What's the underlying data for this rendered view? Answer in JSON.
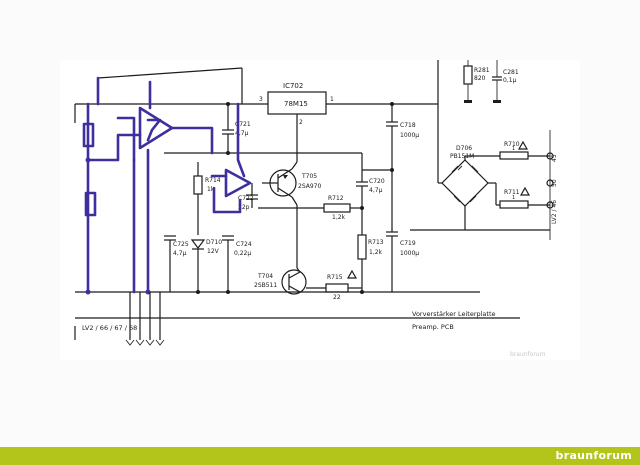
{
  "footer": {
    "brand": "braunforum"
  },
  "watermark": "braunforum",
  "ic": {
    "name": "IC702",
    "part": "78M15",
    "pins": [
      "3",
      "1",
      "2"
    ]
  },
  "components": {
    "r281": {
      "ref": "R281",
      "val": "820"
    },
    "c281": {
      "ref": "C281",
      "val": "0,1µ"
    },
    "d706": {
      "ref": "D706",
      "val": "PB151M"
    },
    "r710": {
      "ref": "R710",
      "val": "1"
    },
    "r711": {
      "ref": "R711",
      "val": "1"
    },
    "c721": {
      "ref": "C721",
      "val": "4,7µ"
    },
    "c718": {
      "ref": "C718",
      "val": "1000µ"
    },
    "t705": {
      "ref": "T705",
      "val": "2SA970"
    },
    "r714": {
      "ref": "R714",
      "val": "1k"
    },
    "c720": {
      "ref": "C720",
      "val": "4,7µ"
    },
    "c722": {
      "ref": "C722",
      "val": "22p"
    },
    "r712": {
      "ref": "R712",
      "val": "1,2k"
    },
    "c725": {
      "ref": "C725",
      "val": "4,7µ"
    },
    "d710": {
      "ref": "D710",
      "val": "12V"
    },
    "c724": {
      "ref": "C724",
      "val": "0,22µ"
    },
    "r713": {
      "ref": "R713",
      "val": "1,2k"
    },
    "c719": {
      "ref": "C719",
      "val": "1000µ"
    },
    "t704": {
      "ref": "T704",
      "val": "2SB511"
    },
    "r715": {
      "ref": "R715",
      "val": "22"
    }
  },
  "connectors": {
    "bottom": "LV2 / 66 / 67 / 68",
    "right_top": "45",
    "right_mid": "50",
    "right_bot": "LV2 / 46"
  },
  "pcb_label": {
    "de": "Vorverstärker Leiterplatte",
    "en": "Preamp. PCB"
  }
}
